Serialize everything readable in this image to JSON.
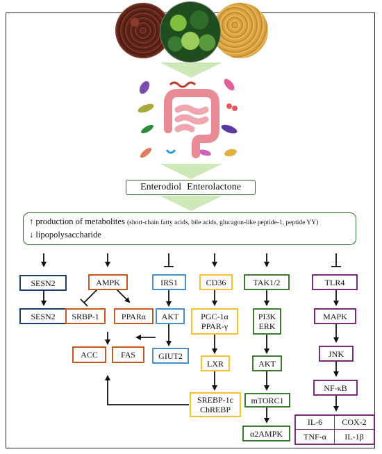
{
  "top_images": [
    {
      "icon": "flaxseed-brown-image"
    },
    {
      "icon": "green-vegetables-image"
    },
    {
      "icon": "golden-seeds-image"
    }
  ],
  "gut": {
    "icon": "intestine-with-microbes-image"
  },
  "lignans": {
    "left": "Enterodiol",
    "right": "Enterolactone"
  },
  "metabolites": {
    "line1_prefix": "↑ production of metabolites",
    "line1_detail": "(short-chain fatty acids, bile acids, glucagon-like peptide-1, peptide YY)",
    "line2": "↓ lipopolysaccharide"
  },
  "pathways": {
    "sesn2_top": "SESN2",
    "sesn2_bottom": "SESN2",
    "ampk": "AMPK",
    "srbp1": "SRBP-1",
    "ppara": "PPARα",
    "acc": "ACC",
    "fas": "FAS",
    "irs1": "IRS1",
    "akt": "AKT",
    "glut2": "GIUT2",
    "cd36": "CD36",
    "pgc1a": "PGC-1α",
    "pparg": "PPAR-γ",
    "lxr": "LXR",
    "srebp1c": "SREBP-1c",
    "chrebp": "ChREBP",
    "tak12": "TAK1/2",
    "pi3k": "PI3K",
    "erk": "ERK",
    "akt2": "AKT",
    "mtorc1": "mTORC1",
    "a2ampk": "α2AMPK",
    "tlr4": "TLR4",
    "mapk": "MAPK",
    "jnk": "JNK",
    "nfkb": "NF-κB",
    "il6": "IL-6",
    "cox2": "COX-2",
    "tnfa": "TNF-α",
    "il1b": "IL-1β"
  },
  "colors": {
    "navy": "#1f3b6b",
    "orange": "#c15a1f",
    "blue": "#4a90c8",
    "yellow": "#f2c230",
    "green": "#3c7a2f",
    "purple": "#7a2a7a",
    "chevron": "#cfe8b8"
  }
}
